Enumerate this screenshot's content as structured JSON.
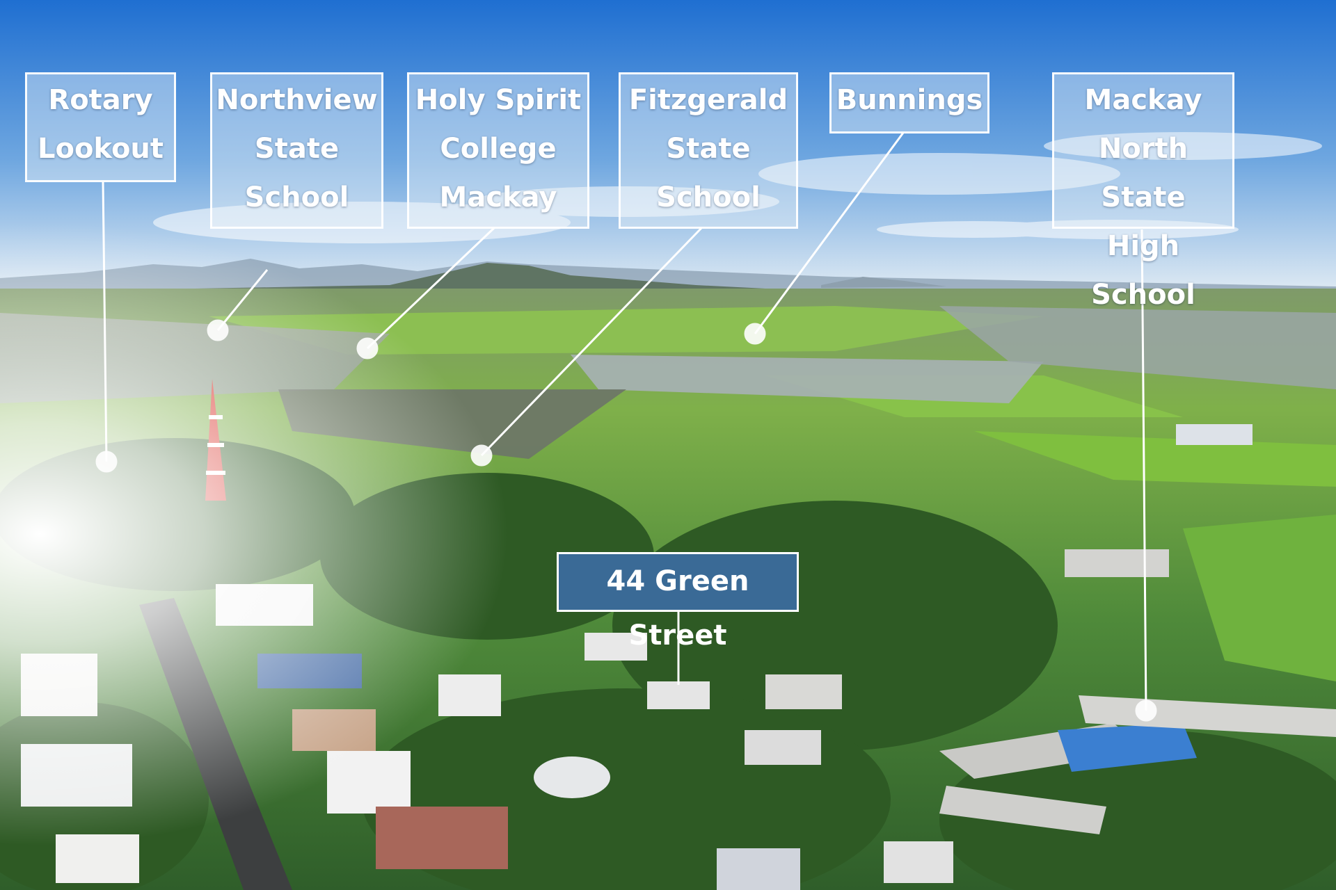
{
  "labels": {
    "rotary": {
      "line1": "Rotary",
      "line2": "Lookout"
    },
    "northview": {
      "line1": "Northview",
      "line2": "State",
      "line3": "School"
    },
    "holy_spirit": {
      "line1": "Holy Spirit",
      "line2": "College",
      "line3": "Mackay"
    },
    "fitzgerald": {
      "line1": "Fitzgerald",
      "line2": "State",
      "line3": "School"
    },
    "bunnings": {
      "line1": "Bunnings"
    },
    "mackay_north": {
      "line1": "Mackay",
      "line2": "North State",
      "line3": "High School"
    }
  },
  "property": {
    "address": "44 Green Street"
  },
  "colors": {
    "sky_top": "#1f6fd1",
    "sky_horizon": "#dfeaf3",
    "farmland": "#7fb04a",
    "label_border": "#ffffff",
    "property_box": "#3a6a96"
  }
}
